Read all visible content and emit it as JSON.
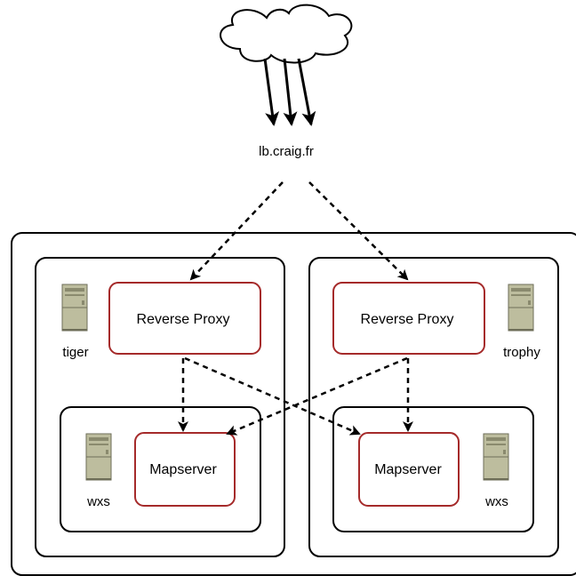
{
  "load_balancer": {
    "label": "lb.craig.fr"
  },
  "hosts": [
    {
      "name": "tiger",
      "proxy_label": "Reverse Proxy",
      "container": {
        "name": "wxs",
        "service_label": "Mapserver"
      }
    },
    {
      "name": "trophy",
      "proxy_label": "Reverse Proxy",
      "container": {
        "name": "wxs",
        "service_label": "Mapserver"
      }
    }
  ],
  "colors": {
    "service_border": "#a52a2a",
    "box_border": "#000000",
    "server_icon_fill": "#bdbd9e",
    "server_icon_dark": "#8a8a6e"
  },
  "icons": [
    "cloud-icon",
    "server-icon"
  ]
}
